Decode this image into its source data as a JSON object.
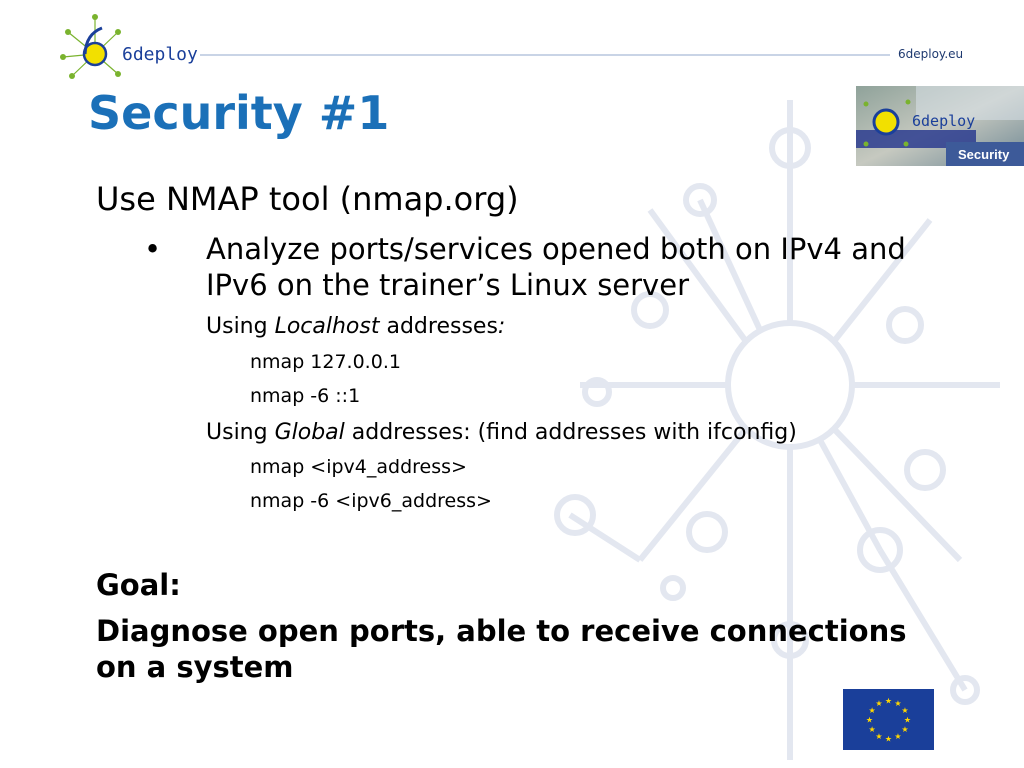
{
  "header": {
    "logo_text": "6deploy",
    "site": "6deploy.eu"
  },
  "slide": {
    "title": "Security #1",
    "banner_label": "Security",
    "main_point": "Use NMAP tool (nmap.org)",
    "bullet_symbol": "•",
    "bullet_line1": "Analyze ports/services opened both on IPv4 and",
    "bullet_line2": "IPv6 on the trainer’s Linux server",
    "localhost": {
      "prefix": "Using ",
      "emph": "Localhost",
      "suffix": " addresses",
      "colon": ":",
      "cmd1": "nmap 127.0.0.1",
      "cmd2": "nmap -6 ::1"
    },
    "global": {
      "prefix": "Using ",
      "emph": "Global",
      "suffix": " addresses: (find addresses with ifconfig)",
      "cmd1": "nmap <ipv4_address>",
      "cmd2": "nmap -6 <ipv6_address>"
    },
    "goal_label": "Goal:",
    "goal_line1": "Diagnose open ports, able to receive connections",
    "goal_line2": "on a system"
  },
  "colors": {
    "title": "#1b70b8",
    "network_bg": "#dfe4ee",
    "eu_blue": "#1a3f9a",
    "eu_star": "#ffd700"
  }
}
